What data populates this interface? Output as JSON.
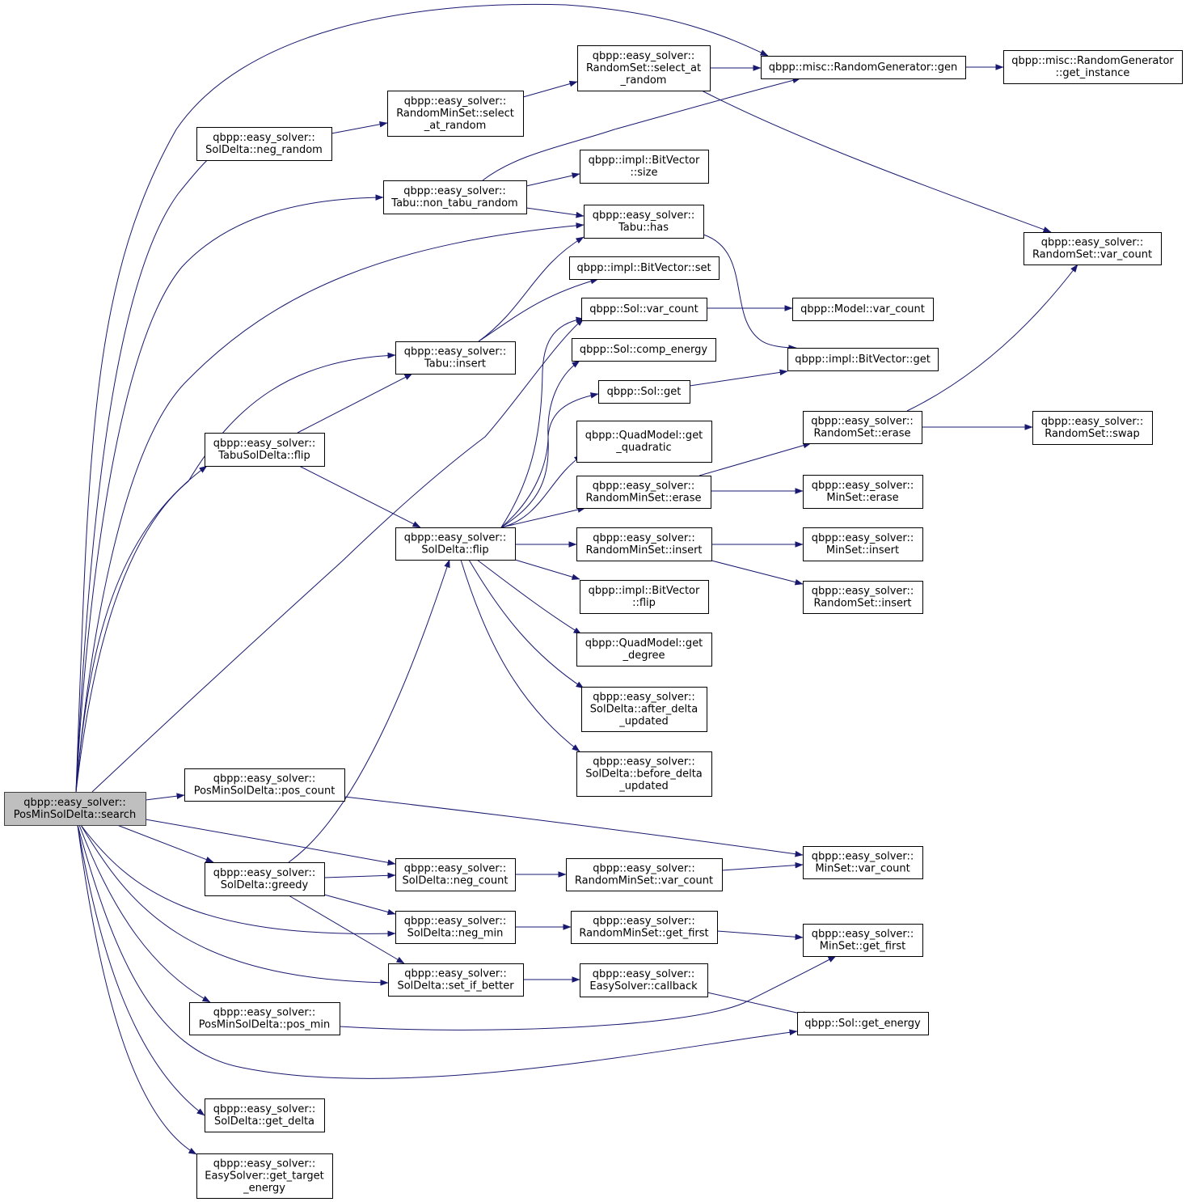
{
  "graph": {
    "root": "search",
    "edge_color": "#191970",
    "root_fill": "#bfbfbf",
    "nodes": [
      {
        "id": "search",
        "lines": [
          "qbpp::easy_solver::",
          "PosMinSolDelta::search"
        ]
      },
      {
        "id": "neg_random",
        "lines": [
          "qbpp::easy_solver::",
          "SolDelta::neg_random"
        ]
      },
      {
        "id": "rms_select",
        "lines": [
          "qbpp::easy_solver::",
          "RandomMinSet::select",
          "_at_random"
        ]
      },
      {
        "id": "rs_select",
        "lines": [
          "qbpp::easy_solver::",
          "RandomSet::select_at",
          "_random"
        ]
      },
      {
        "id": "gen",
        "lines": [
          "qbpp::misc::RandomGenerator::gen"
        ]
      },
      {
        "id": "get_instance",
        "lines": [
          "qbpp::misc::RandomGenerator",
          "::get_instance"
        ]
      },
      {
        "id": "non_tabu_random",
        "lines": [
          "qbpp::easy_solver::",
          "Tabu::non_tabu_random"
        ]
      },
      {
        "id": "bv_size",
        "lines": [
          "qbpp::impl::BitVector",
          "::size"
        ]
      },
      {
        "id": "tabu_has",
        "lines": [
          "qbpp::easy_solver::",
          "Tabu::has"
        ]
      },
      {
        "id": "rs_var_count",
        "lines": [
          "qbpp::easy_solver::",
          "RandomSet::var_count"
        ]
      },
      {
        "id": "bv_set",
        "lines": [
          "qbpp::impl::BitVector::set"
        ]
      },
      {
        "id": "sol_var_count",
        "lines": [
          "qbpp::Sol::var_count"
        ]
      },
      {
        "id": "model_var_count",
        "lines": [
          "qbpp::Model::var_count"
        ]
      },
      {
        "id": "tabu_insert",
        "lines": [
          "qbpp::easy_solver::",
          "Tabu::insert"
        ]
      },
      {
        "id": "comp_energy",
        "lines": [
          "qbpp::Sol::comp_energy"
        ]
      },
      {
        "id": "bv_get",
        "lines": [
          "qbpp::impl::BitVector::get"
        ]
      },
      {
        "id": "sol_get",
        "lines": [
          "qbpp::Sol::get"
        ]
      },
      {
        "id": "tabu_flip",
        "lines": [
          "qbpp::easy_solver::",
          "TabuSolDelta::flip"
        ]
      },
      {
        "id": "get_quadratic",
        "lines": [
          "qbpp::QuadModel::get",
          "_quadratic"
        ]
      },
      {
        "id": "rs_erase",
        "lines": [
          "qbpp::easy_solver::",
          "RandomSet::erase"
        ]
      },
      {
        "id": "rs_swap",
        "lines": [
          "qbpp::easy_solver::",
          "RandomSet::swap"
        ]
      },
      {
        "id": "rms_erase",
        "lines": [
          "qbpp::easy_solver::",
          "RandomMinSet::erase"
        ]
      },
      {
        "id": "ms_erase",
        "lines": [
          "qbpp::easy_solver::",
          "MinSet::erase"
        ]
      },
      {
        "id": "sd_flip",
        "lines": [
          "qbpp::easy_solver::",
          "SolDelta::flip"
        ]
      },
      {
        "id": "rms_insert",
        "lines": [
          "qbpp::easy_solver::",
          "RandomMinSet::insert"
        ]
      },
      {
        "id": "ms_insert",
        "lines": [
          "qbpp::easy_solver::",
          "MinSet::insert"
        ]
      },
      {
        "id": "bv_flip",
        "lines": [
          "qbpp::impl::BitVector",
          "::flip"
        ]
      },
      {
        "id": "rs_insert",
        "lines": [
          "qbpp::easy_solver::",
          "RandomSet::insert"
        ]
      },
      {
        "id": "get_degree",
        "lines": [
          "qbpp::QuadModel::get",
          "_degree"
        ]
      },
      {
        "id": "after_delta",
        "lines": [
          "qbpp::easy_solver::",
          "SolDelta::after_delta",
          "_updated"
        ]
      },
      {
        "id": "before_delta",
        "lines": [
          "qbpp::easy_solver::",
          "SolDelta::before_delta",
          "_updated"
        ]
      },
      {
        "id": "pos_count",
        "lines": [
          "qbpp::easy_solver::",
          "PosMinSolDelta::pos_count"
        ]
      },
      {
        "id": "ms_var_count",
        "lines": [
          "qbpp::easy_solver::",
          "MinSet::var_count"
        ]
      },
      {
        "id": "greedy",
        "lines": [
          "qbpp::easy_solver::",
          "SolDelta::greedy"
        ]
      },
      {
        "id": "neg_count",
        "lines": [
          "qbpp::easy_solver::",
          "SolDelta::neg_count"
        ]
      },
      {
        "id": "rms_var_count",
        "lines": [
          "qbpp::easy_solver::",
          "RandomMinSet::var_count"
        ]
      },
      {
        "id": "neg_min",
        "lines": [
          "qbpp::easy_solver::",
          "SolDelta::neg_min"
        ]
      },
      {
        "id": "rms_get_first",
        "lines": [
          "qbpp::easy_solver::",
          "RandomMinSet::get_first"
        ]
      },
      {
        "id": "ms_get_first",
        "lines": [
          "qbpp::easy_solver::",
          "MinSet::get_first"
        ]
      },
      {
        "id": "set_if_better",
        "lines": [
          "qbpp::easy_solver::",
          "SolDelta::set_if_better"
        ]
      },
      {
        "id": "callback",
        "lines": [
          "qbpp::easy_solver::",
          "EasySolver::callback"
        ]
      },
      {
        "id": "pos_min",
        "lines": [
          "qbpp::easy_solver::",
          "PosMinSolDelta::pos_min"
        ]
      },
      {
        "id": "get_energy",
        "lines": [
          "qbpp::Sol::get_energy"
        ]
      },
      {
        "id": "get_delta",
        "lines": [
          "qbpp::easy_solver::",
          "SolDelta::get_delta"
        ]
      },
      {
        "id": "get_target_energy",
        "lines": [
          "qbpp::easy_solver::",
          "EasySolver::get_target",
          "_energy"
        ]
      }
    ],
    "edges": [
      [
        "search",
        "gen"
      ],
      [
        "search",
        "neg_random"
      ],
      [
        "search",
        "non_tabu_random"
      ],
      [
        "search",
        "tabu_has"
      ],
      [
        "search",
        "tabu_insert"
      ],
      [
        "search",
        "tabu_flip"
      ],
      [
        "search",
        "sol_var_count"
      ],
      [
        "search",
        "pos_count"
      ],
      [
        "search",
        "greedy"
      ],
      [
        "search",
        "neg_count"
      ],
      [
        "search",
        "neg_min"
      ],
      [
        "search",
        "set_if_better"
      ],
      [
        "search",
        "pos_min"
      ],
      [
        "search",
        "get_energy"
      ],
      [
        "search",
        "get_delta"
      ],
      [
        "search",
        "get_target_energy"
      ],
      [
        "neg_random",
        "rms_select"
      ],
      [
        "rms_select",
        "rs_select"
      ],
      [
        "rs_select",
        "gen"
      ],
      [
        "rs_select",
        "rs_var_count"
      ],
      [
        "gen",
        "get_instance"
      ],
      [
        "non_tabu_random",
        "gen"
      ],
      [
        "non_tabu_random",
        "bv_size"
      ],
      [
        "non_tabu_random",
        "tabu_has"
      ],
      [
        "tabu_has",
        "bv_get"
      ],
      [
        "tabu_insert",
        "tabu_has"
      ],
      [
        "tabu_insert",
        "bv_set"
      ],
      [
        "tabu_flip",
        "tabu_insert"
      ],
      [
        "tabu_flip",
        "sd_flip"
      ],
      [
        "sol_var_count",
        "model_var_count"
      ],
      [
        "sol_get",
        "bv_get"
      ],
      [
        "sd_flip",
        "sol_var_count"
      ],
      [
        "sd_flip",
        "comp_energy"
      ],
      [
        "sd_flip",
        "sol_get"
      ],
      [
        "sd_flip",
        "get_quadratic"
      ],
      [
        "sd_flip",
        "rms_erase"
      ],
      [
        "sd_flip",
        "rms_insert"
      ],
      [
        "sd_flip",
        "bv_flip"
      ],
      [
        "sd_flip",
        "get_degree"
      ],
      [
        "sd_flip",
        "after_delta"
      ],
      [
        "sd_flip",
        "before_delta"
      ],
      [
        "rms_erase",
        "rs_erase"
      ],
      [
        "rms_erase",
        "ms_erase"
      ],
      [
        "rs_erase",
        "rs_swap"
      ],
      [
        "rs_erase",
        "rs_var_count"
      ],
      [
        "rms_insert",
        "ms_insert"
      ],
      [
        "rms_insert",
        "rs_insert"
      ],
      [
        "pos_count",
        "ms_var_count"
      ],
      [
        "greedy",
        "sd_flip"
      ],
      [
        "greedy",
        "neg_count"
      ],
      [
        "greedy",
        "neg_min"
      ],
      [
        "greedy",
        "set_if_better"
      ],
      [
        "neg_count",
        "rms_var_count"
      ],
      [
        "rms_var_count",
        "ms_var_count"
      ],
      [
        "neg_min",
        "rms_get_first"
      ],
      [
        "rms_get_first",
        "ms_get_first"
      ],
      [
        "set_if_better",
        "callback"
      ],
      [
        "callback",
        "get_energy"
      ],
      [
        "pos_min",
        "ms_get_first"
      ]
    ]
  }
}
